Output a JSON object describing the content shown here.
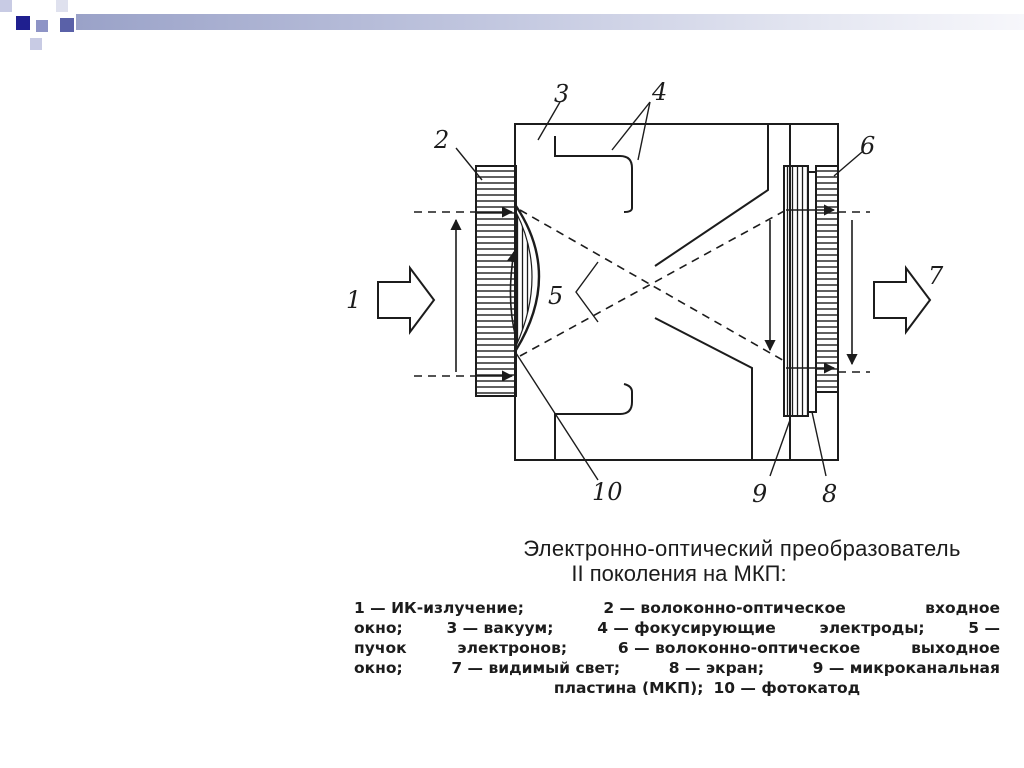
{
  "diagram": {
    "labels": {
      "n1": "1",
      "n2": "2",
      "n3": "3",
      "n4": "4",
      "n5": "5",
      "n6": "6",
      "n7": "7",
      "n8": "8",
      "n9": "9",
      "n10": "10"
    }
  },
  "caption": {
    "title_line1": "Электронно-оптический преобразователь",
    "title_line2": "II поколения на МКП:",
    "legend": {
      "row1": {
        "a": "1 — ИК-излучение;",
        "b": "2 — волоконно-оптическое",
        "c": "входное"
      },
      "row2": {
        "a": "окно;",
        "b": "3 — вакуум;",
        "c": "4 — фокусирующие",
        "d": "электроды;",
        "e": "5 —"
      },
      "row3": {
        "a": "пучок",
        "b": "электронов;",
        "c": "6 — волоконно-оптическое",
        "d": "выходное"
      },
      "row4": {
        "a": "окно;",
        "b": "7 — видимый свет;",
        "c": "8 — экран;",
        "d": "9 — микроканальная"
      },
      "row5": {
        "a": "пластина (МКП);",
        "b": "10 — фотокатод"
      }
    }
  },
  "colors": {
    "decor_dark": "#1f1f8f",
    "decor_mid": "#8e94c6",
    "decor_light": "#c8cbe4",
    "ink": "#1c1c1c"
  }
}
